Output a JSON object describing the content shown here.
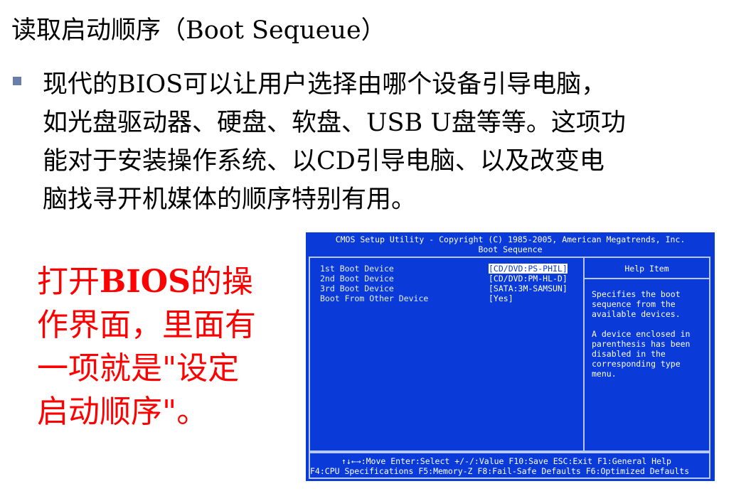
{
  "slide": {
    "title": "读取启动顺序（Boot Sequeue）",
    "bullet_lines": [
      "现代的BIOS可以让用户选择由哪个设备引导电脑，",
      "如光盘驱动器、硬盘、软盘、USB U盘等等。这项功",
      "能对于安装操作系统、以CD引导电脑、以及改变电",
      "脑找寻开机媒体的顺序特别有用。"
    ],
    "callout": {
      "line1_prefix": "打开",
      "line1_bold": "BIOS",
      "line1_suffix": "的操",
      "line2": "作界面，里面有",
      "line3": "一项就是\"设定",
      "line4": "启动顺序\"。"
    },
    "colors": {
      "callout": "#ff0000",
      "bullet": "#6a7fa8",
      "bios_bg": "#0a3bd9"
    }
  },
  "bios": {
    "header_line1": "CMOS Setup Utility - Copyright (C) 1985-2005, American Megatrends, Inc.",
    "header_line2": "Boot Sequence",
    "options": [
      {
        "label": "1st Boot Device",
        "value": "[CD/DVD:PS-PHIL]"
      },
      {
        "label": "2nd Boot Device",
        "value": "[CD/DVD:PM-HL-D]"
      },
      {
        "label": "3rd Boot Device",
        "value": "[SATA:3M-SAMSUN]"
      },
      {
        "label": "Boot From Other Device",
        "value": "[Yes]"
      }
    ],
    "help_title": "Help Item",
    "help_text_1": "Specifies the boot sequence from the available devices.",
    "help_text_2": "A device enclosed in parenthesis has been disabled in the corresponding type menu.",
    "footer_line1": "↑↓←→:Move  Enter:Select  +/-/:Value  F10:Save  ESC:Exit  F1:General Help",
    "footer_line2": "F4:CPU Specifications F5:Memory-Z F8:Fail-Safe Defaults F6:Optimized Defaults"
  }
}
